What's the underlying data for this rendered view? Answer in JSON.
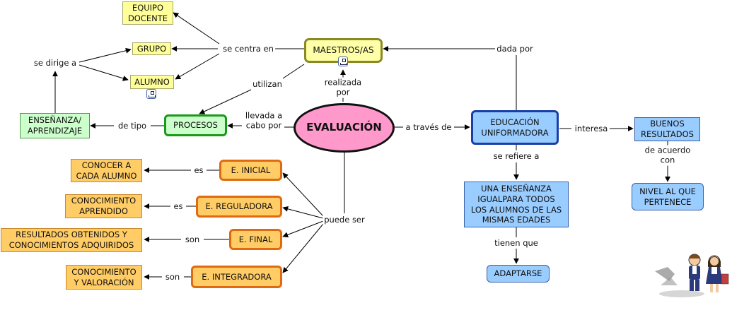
{
  "nodes": {
    "equipo_docente": "EQUIPO\nDOCENTE",
    "grupo": "GRUPO",
    "alumno": "ALUMNO",
    "maestros": "MAESTROS/AS",
    "ensenanza_aprendizaje": "ENSEÑANZA/\nAPRENDIZAJE",
    "procesos": "PROCESOS",
    "evaluacion": "EVALUACIÓN",
    "educacion_uniformadora": "EDUCACIÓN\nUNIFORMADORA",
    "buenos_resultados": "BUENOS\nRESULTADOS",
    "nivel": "NIVEL AL QUE\nPERTENECE",
    "una_ensenanza": "UNA ENSEÑANZA\nIGUALPARA TODOS\nLOS ALUMNOS DE LAS\nMISMAS EDADES",
    "adaptarse": "ADAPTARSE",
    "e_inicial": "E. INICIAL",
    "e_reguladora": "E. REGULADORA",
    "e_final": "E. FINAL",
    "e_integradora": "E. INTEGRADORA",
    "conocer_alumno": "CONOCER A\nCADA ALUMNO",
    "conocimiento_aprendido": "CONOCIMIENTO\nAPRENDIDO",
    "resultados": "RESULTADOS OBTENIDOS Y\nCONOCIMIENTOS ADQUIRIDOS",
    "conocimiento_valoracion": "CONOCIMIENTO\nY VALORACIÓN"
  },
  "links": {
    "se_centra_en": "se centra en",
    "se_dirige_a": "se dirige a",
    "utilizan": "utilizan",
    "realizada_por": "realizada\npor",
    "dada_por": "dada por",
    "de_tipo": "de tipo",
    "llevada_a_cabo_por": "llevada a\ncabo por",
    "a_traves_de": "a través de",
    "interesa": "interesa",
    "de_acuerdo_con": "de acuerdo con",
    "se_refiere_a": "se refiere a",
    "tienen_que": "tienen que",
    "puede_ser": "puede ser",
    "es_1": "es",
    "es_2": "es",
    "son_1": "son",
    "son_2": "son"
  },
  "icons": [
    "sub-map-icon",
    "children-clipart"
  ]
}
